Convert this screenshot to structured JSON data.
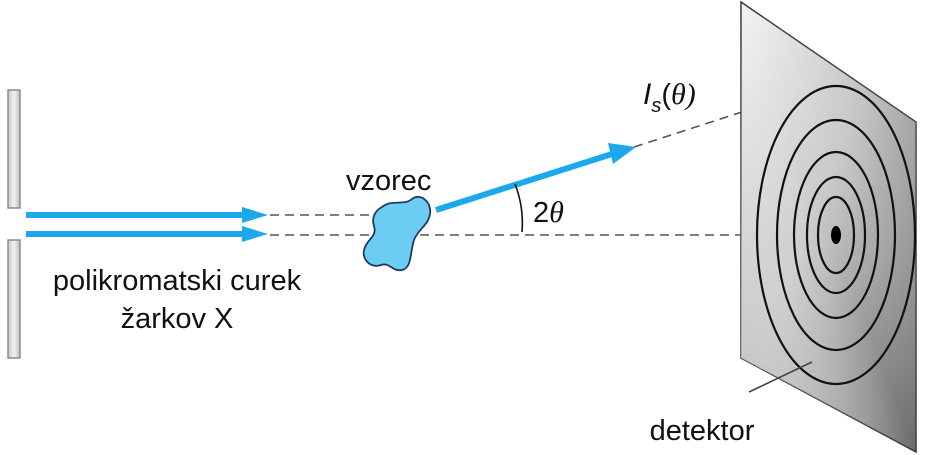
{
  "labels": {
    "beam_line1": "polikromatski curek",
    "beam_line2": "žarkov X",
    "sample": "vzorec",
    "detector": "detektor",
    "angle_coefficient": "2",
    "angle_symbol": "θ",
    "intensity_symbol": "I",
    "intensity_subscript": "s",
    "intensity_open_paren": "(",
    "intensity_argument": "θ",
    "intensity_close_paren": ")"
  },
  "colors": {
    "beam": "#1BA8EC",
    "sample_fill": "#6CCDF2",
    "sample_stroke": "#1E3A5F",
    "text": "#111111",
    "dashed_line": "#555555",
    "detector_dark": "#6e6e6e",
    "detector_light": "#e4e4e4",
    "ring_stroke": "#111111"
  },
  "detector": {
    "ring_count": 5,
    "center_spot": true
  }
}
